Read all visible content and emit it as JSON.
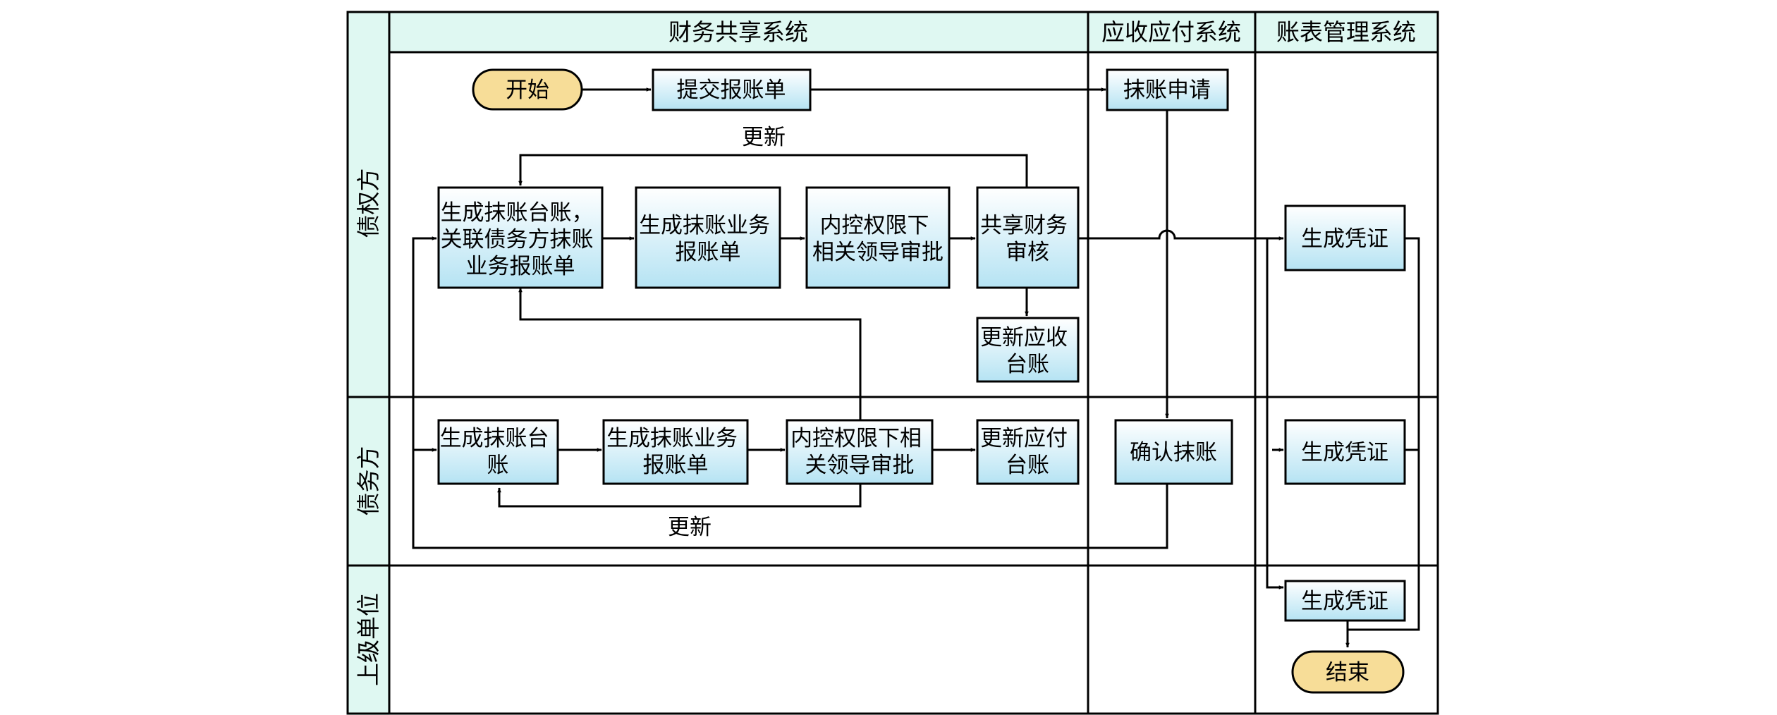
{
  "header": {
    "systems": [
      "财务共享系统",
      "应收应付系统",
      "账表管理系统"
    ]
  },
  "lanes": [
    "债权方",
    "债务方",
    "上级单位"
  ],
  "nodes": {
    "start": "开始",
    "submit": "提交报账单",
    "write_off_request": "抹账申请",
    "cr_ledger": [
      "生成抹账台账，",
      "关联债务方抹账",
      "业务报账单"
    ],
    "cr_bill": [
      "生成抹账业务",
      "报账单"
    ],
    "cr_approve": [
      "内控权限下",
      "相关领导审批"
    ],
    "cr_share_audit": [
      "共享财务",
      "审核"
    ],
    "cr_update_receivable": [
      "更新应收",
      "台账"
    ],
    "cr_voucher": "生成凭证",
    "db_ledger": [
      "生成抹账台",
      "账"
    ],
    "db_bill": [
      "生成抹账业务",
      "报账单"
    ],
    "db_approve": [
      "内控权限下相",
      "关领导审批"
    ],
    "db_update_payable": [
      "更新应付",
      "台账"
    ],
    "confirm": "确认抹账",
    "db_voucher": "生成凭证",
    "up_voucher": "生成凭证",
    "end": "结束"
  },
  "labels": {
    "update_top": "更新",
    "update_bottom": "更新"
  }
}
